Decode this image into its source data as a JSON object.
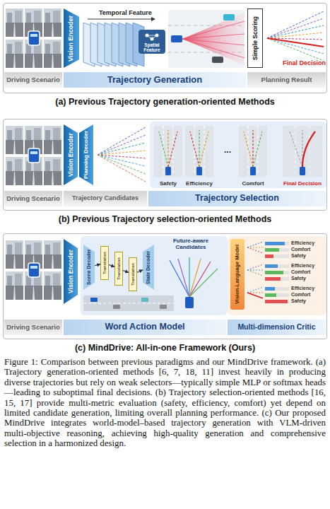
{
  "diagram": {
    "caption": "Figure 1: Comparison between previous paradigms and our MindDrive framework. (a) Trajectory generation-oriented methods [6, 7, 18, 11] invest heavily in producing diverse trajectories but rely on weak selectors—typically simple MLP or softmax heads—leading to suboptimal final decisions. (b) Trajectory selection-oriented methods [16, 15, 17] provide multi-metric evaluation (safety, efficiency, comfort) yet depend on limited candidate generation, limiting overall planning performance. (c) Our proposed MindDrive integrates world-model–based trajectory generation with VLM-driven multi-objective reasoning, achieving high-quality generation and comprehensive selection in a harmonized design.",
    "nodes": [
      {
        "text": [
          "(a) Previous Trajectory generation-oriented Methods"
        ]
      },
      {
        "text": [
          "Vision Encoder"
        ],
        "in": 0
      },
      {
        "text": [
          "Simple Scoring"
        ],
        "in": 0
      },
      {
        "text": [
          "Driving Scenario"
        ],
        "in": 0
      },
      {
        "text": [
          "Trajectory Generation"
        ],
        "in": 0
      },
      {
        "text": [
          "Planning Result"
        ],
        "in": 0
      },
      {
        "text": [
          "(b) Previous Trajectory selection-oriented Methods"
        ]
      },
      {
        "text": [
          "Vision Encoder"
        ],
        "in": 6
      },
      {
        "text": [
          "Planning Decoder"
        ],
        "in": 6
      },
      {
        "text": [
          "Driving Scenario"
        ],
        "in": 6
      },
      {
        "text": [
          "Trajectory Candidates"
        ],
        "in": 6
      },
      {
        "text": [
          "Trajectory Selection"
        ],
        "in": 6
      },
      {
        "text": [
          "(c) MindDrive: All-in-one Framework (Ours)"
        ]
      },
      {
        "text": [
          "Vision Encoder"
        ],
        "in": 12
      },
      {
        "text": [
          "Scene Decoder"
        ],
        "in": 12
      },
      {
        "text": [
          "Translation"
        ],
        "in": 12
      },
      {
        "text": [
          "Translation"
        ],
        "in": 12
      },
      {
        "text": [
          "Translation"
        ],
        "in": 12
      },
      {
        "text": [
          "State Decoder"
        ],
        "in": 12
      },
      {
        "text": [
          "Vision-Language Model"
        ],
        "in": 12
      },
      {
        "text": [
          "Driving Scenario"
        ],
        "in": 12
      },
      {
        "text": [
          "Word Action Model"
        ],
        "in": 12
      },
      {
        "text": [
          "Multi-dimension Critic"
        ],
        "in": 12
      }
    ],
    "edges": [
      {
        "from": 14,
        "to": 15,
        "arrow": "to"
      },
      {
        "from": 15,
        "to": 16,
        "arrow": "to"
      },
      {
        "from": 16,
        "to": 17,
        "arrow": "to"
      },
      {
        "from": 17,
        "to": 18,
        "arrow": "to"
      }
    ],
    "labels": [
      "Temporal Feature",
      "Spatial Feature",
      "Final Decision",
      "Safety",
      "Efficiency",
      "...",
      "Comfort",
      "Final Decision",
      "Future-aware Candidates",
      "Efficiency",
      "Comfort",
      "Safety",
      "Efficiency",
      "Comfort",
      "Safety",
      "Efficiency",
      "Comfort",
      "Safety"
    ]
  }
}
